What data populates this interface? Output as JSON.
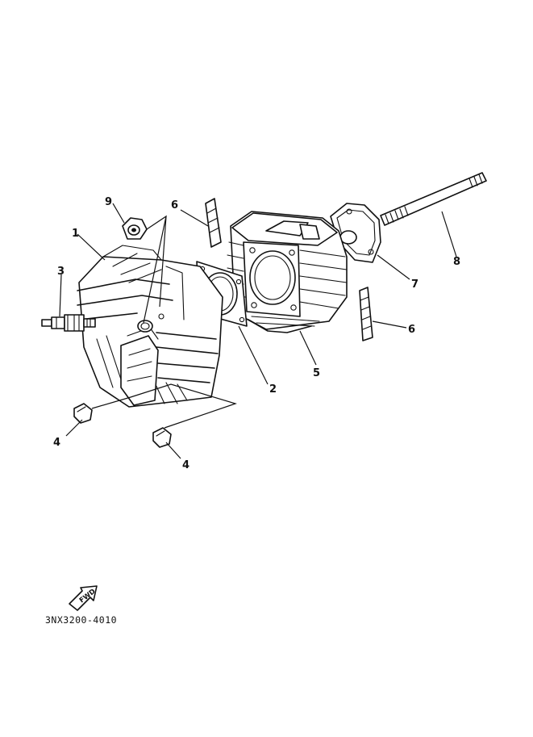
{
  "callouts": {
    "head": "1",
    "gasket": "2",
    "spark_plug": "3",
    "cap_left": "4",
    "cap_right": "4",
    "cylinder": "5",
    "dowel_upper": "6",
    "dowel_right": "6",
    "cylinder_gasket": "7",
    "stud_bolt": "8",
    "nut": "9"
  },
  "fwd_label": "FWD",
  "drawing_code": "3NX3200-4010",
  "colors": {
    "ink": "#111111",
    "paper": "#ffffff"
  }
}
